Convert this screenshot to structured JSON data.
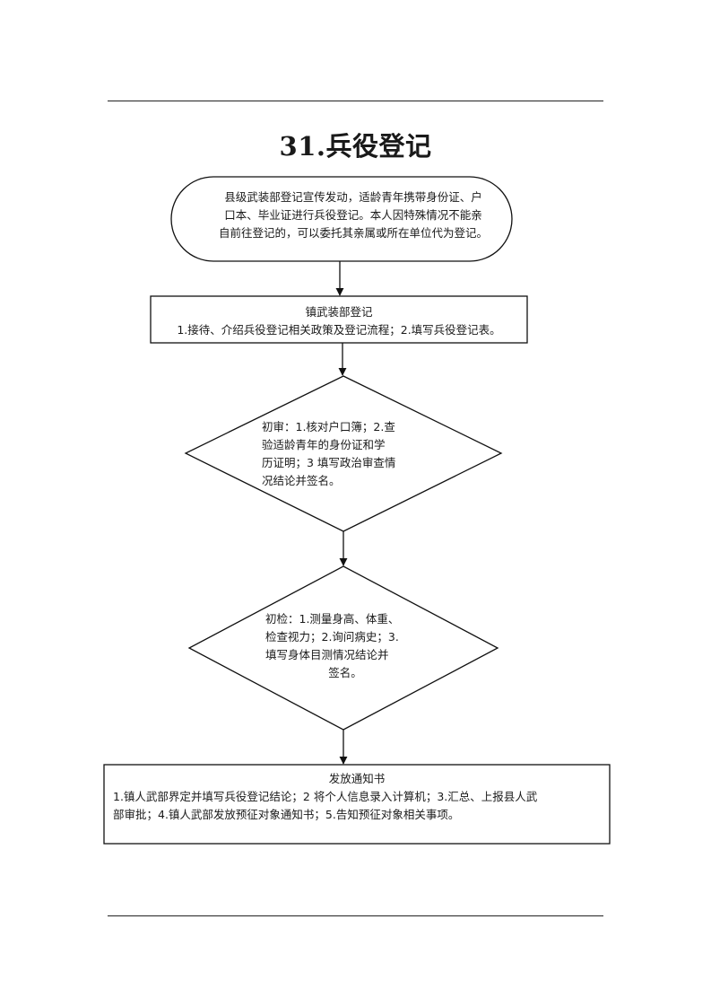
{
  "title": "31.兵役登记",
  "steps": {
    "start": {
      "line1": "县级武装部登记宣传发动，适龄青年携带身份证、户",
      "line2": "口本、毕业证进行兵役登记。本人因特殊情况不能亲",
      "line3": "自前往登记的，可以委托其亲属或所在单位代为登记。"
    },
    "register": {
      "heading": "镇武装部登记",
      "body": "1.接待、介绍兵役登记相关政策及登记流程；2.填写兵役登记表。"
    },
    "preliminary_review": {
      "line1": "初审：1.核对户口簿；2.查",
      "line2": "验适龄青年的身份证和学",
      "line3": "历证明；3 填写政治审查情",
      "line4": "况结论并签名。"
    },
    "preliminary_exam": {
      "line1": "初检：1.测量身高、体重、",
      "line2": "检查视力；2.询问病史；3.",
      "line3": "填写身体目测情况结论并",
      "line4": "签名。"
    },
    "notice": {
      "heading": "发放通知书",
      "line1": "1.镇人武部界定并填写兵役登记结论；2 将个人信息录入计算机；3.汇总、上报县人武",
      "line2": "部审批；4.镇人武部发放预征对象通知书；5.告知预征对象相关事项。"
    }
  }
}
